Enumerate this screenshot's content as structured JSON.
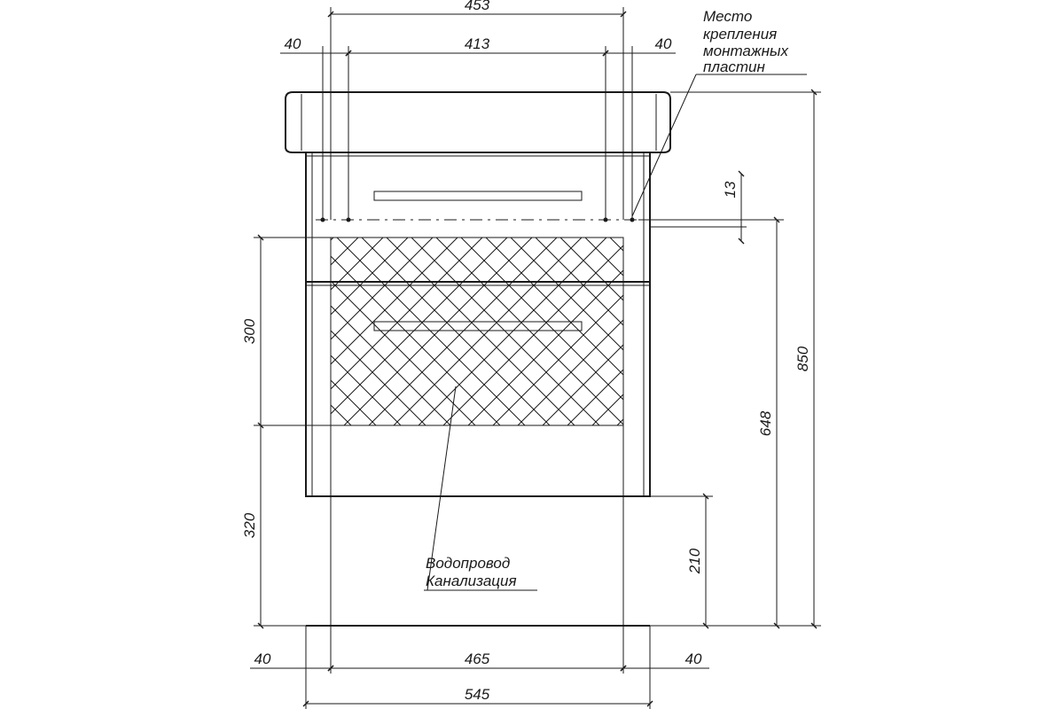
{
  "dimensions": {
    "top_overall": "453",
    "top_inner": "413",
    "top_left_offset": "40",
    "top_right_offset": "40",
    "plate_offset": "13",
    "overall_height": "850",
    "plate_height": "648",
    "hatch_height": "300",
    "lower_height": "320",
    "floor_gap": "210",
    "bottom_left_offset": "40",
    "bottom_inner": "465",
    "bottom_right_offset": "40",
    "bottom_overall": "545"
  },
  "notes": {
    "mount_line1": "Место",
    "mount_line2": "крепления",
    "mount_line3": "монтажных",
    "mount_line4": "пластин",
    "utility_line1": "Водопровод",
    "utility_line2": "Канализация"
  }
}
